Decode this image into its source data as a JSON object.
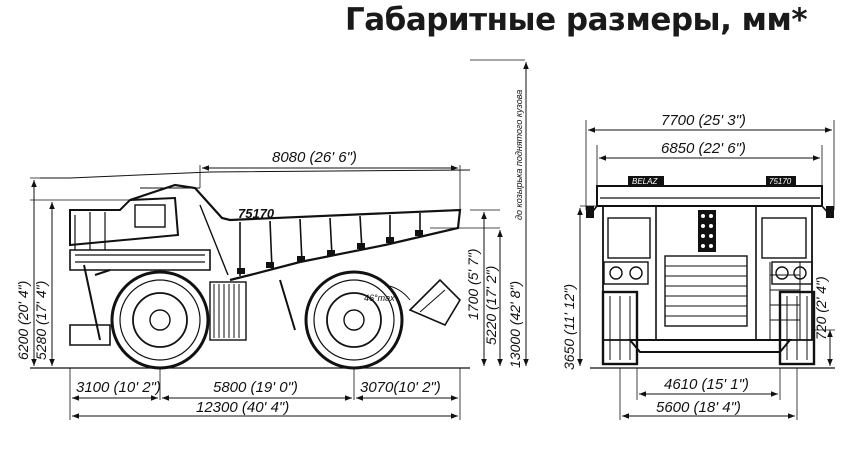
{
  "title": "Габаритные размеры, мм*",
  "side_view": {
    "truck_label": "75170",
    "length_dims": {
      "front_overhang": "3100 (10' 2\")",
      "wheelbase": "5800 (19' 0\")",
      "rear_overhang": "3070(10' 2\")",
      "overall_length": "12300 (40' 4\")",
      "body_length": "8080 (26' 6\")"
    },
    "height_dims": {
      "overall_height": "6200 (20' 4\")",
      "cab_height": "5280 (17' 4\")",
      "tail_height": "1700 (5' 7\")",
      "loading_height": "5220 (17' 2\")",
      "raised_height": "13000 (42' 8\")",
      "raised_note": "до козырька поднятого кузова"
    },
    "dump_angle": "46°max"
  },
  "front_view": {
    "badge_left": "BELAZ",
    "badge_right": "75170",
    "width_dims": {
      "overall_width": "7700 (25' 3\")",
      "body_width": "6850 (22' 6\")",
      "track_inner": "4610 (15' 1\")",
      "track_outer": "5600 (18' 4\")"
    },
    "height_dims": {
      "platform_height": "3650 (11' 12\")",
      "ground_clearance": "720 (2' 4\")"
    }
  }
}
